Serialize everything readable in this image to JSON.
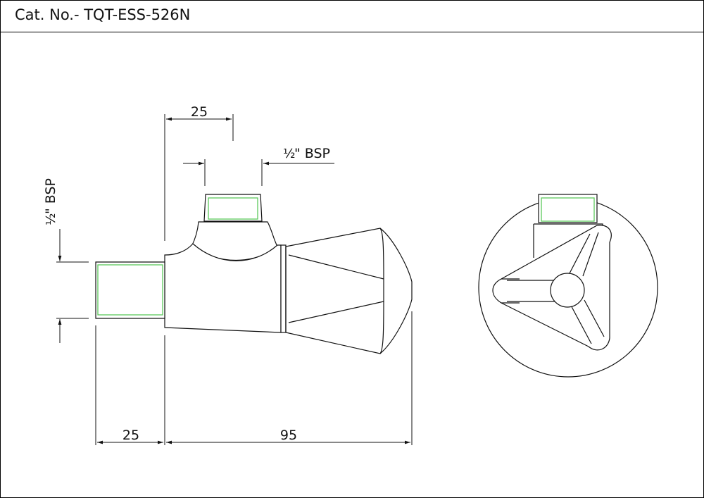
{
  "header": {
    "title": "Cat. No.- TQT-ESS-526N"
  },
  "dimensions": {
    "top_width": "25",
    "bottom_left_width": "25",
    "bottom_overall": "95"
  },
  "thread_labels": {
    "top_fraction": "½",
    "top_suffix": "\" BSP",
    "side_fraction": "½",
    "side_suffix": "\" BSP"
  },
  "colors": {
    "thread_highlight": "#5cc85c",
    "line": "#111111"
  }
}
